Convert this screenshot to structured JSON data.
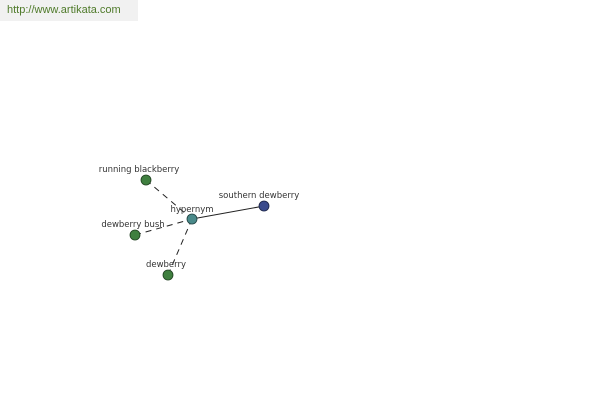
{
  "header": {
    "url": "http://www.artikata.com"
  },
  "colors": {
    "leaf_node": "#3f7f3f",
    "center_node": "#4a8a8a",
    "target_node": "#3a4a8c",
    "edge": "#222222",
    "url_text": "#4f7a2a"
  },
  "graph": {
    "center": {
      "label": "hypernym"
    },
    "nodes": [
      {
        "id": "running-blackberry",
        "label": "running blackberry"
      },
      {
        "id": "dewberry-bush",
        "label": "dewberry bush"
      },
      {
        "id": "dewberry",
        "label": "dewberry"
      },
      {
        "id": "southern-dewberry",
        "label": "southern dewberry"
      }
    ]
  }
}
